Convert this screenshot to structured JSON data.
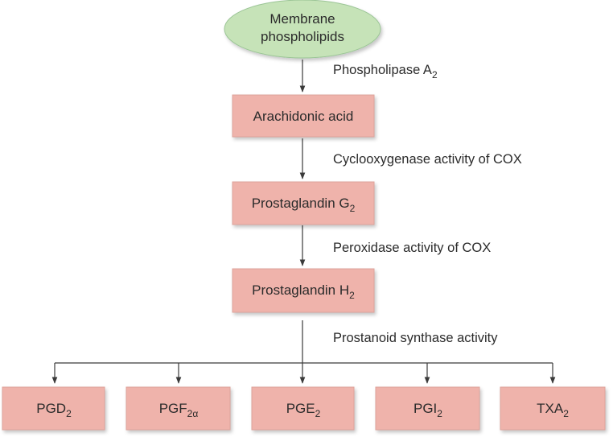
{
  "colors": {
    "box_fill": "#efb3ab",
    "box_stroke": "#dea39b",
    "ellipse_fill": "#c6e3b8",
    "ellipse_stroke": "#9bc596",
    "arrow": "#3a3a3a",
    "text": "#2b2b2b"
  },
  "nodes": {
    "membrane": {
      "line1": "Membrane",
      "line2": "phospholipids"
    },
    "arachidonic": {
      "label": "Arachidonic acid"
    },
    "pgg2": {
      "base": "Prostaglandin G",
      "sub": "2"
    },
    "pgh2": {
      "base": "Prostaglandin H",
      "sub": "2"
    },
    "products": [
      {
        "base": "PGD",
        "sub": "2"
      },
      {
        "base": "PGF",
        "sub": "2α"
      },
      {
        "base": "PGE",
        "sub": "2"
      },
      {
        "base": "PGI",
        "sub": "2"
      },
      {
        "base": "TXA",
        "sub": "2"
      }
    ]
  },
  "edges": {
    "step1": {
      "base": "Phospholipase A",
      "sub": "2"
    },
    "step2": {
      "label": "Cyclooxygenase activity of COX"
    },
    "step3": {
      "label": "Peroxidase activity of COX"
    },
    "step4": {
      "label": "Prostanoid synthase activity"
    }
  }
}
